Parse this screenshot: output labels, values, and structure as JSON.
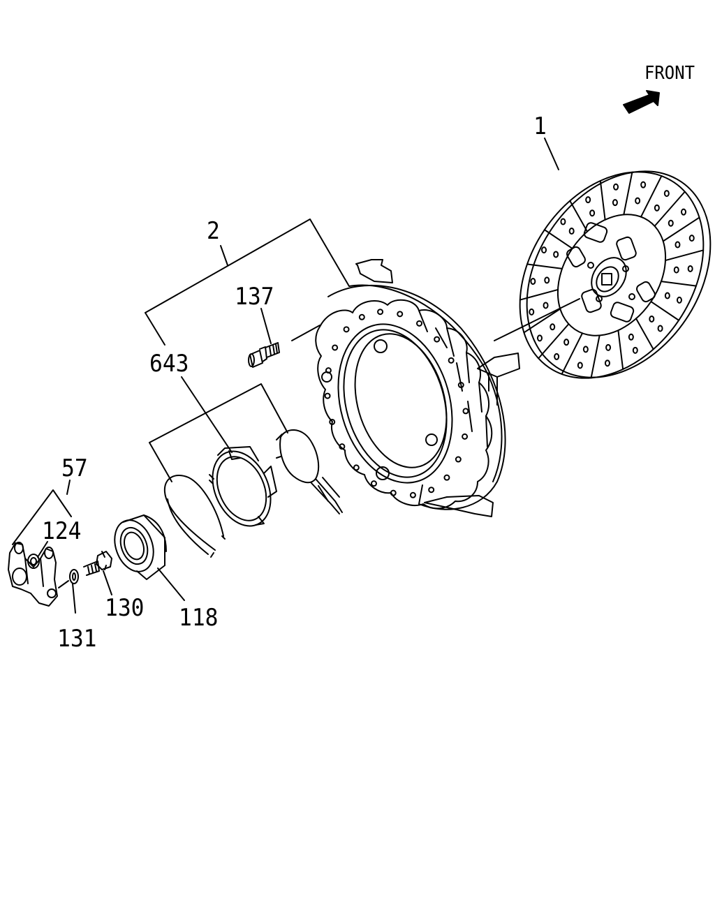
{
  "diagram": {
    "direction_label": "FRONT",
    "direction_icon": "arrow-icon",
    "line_color": "#000000",
    "background": "#ffffff",
    "parts": [
      {
        "id": "clutch-disc",
        "ref": "1"
      },
      {
        "id": "pressure-plate-assembly",
        "ref": "2"
      },
      {
        "id": "bolt-137",
        "ref": "137"
      },
      {
        "id": "cover-kit-643",
        "ref": "643"
      },
      {
        "id": "fork-assembly",
        "ref": "57"
      },
      {
        "id": "bushing",
        "ref": "124"
      },
      {
        "id": "stud-bolt",
        "ref": "130"
      },
      {
        "id": "washer",
        "ref": "131"
      },
      {
        "id": "release-bearing",
        "ref": "118"
      }
    ]
  }
}
